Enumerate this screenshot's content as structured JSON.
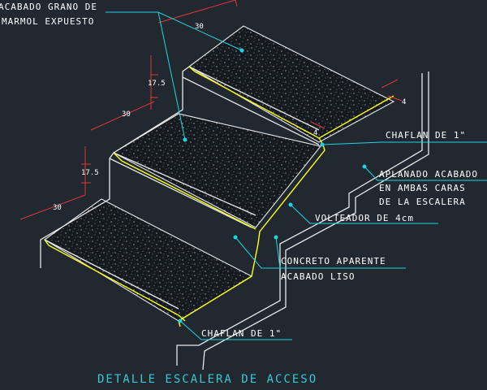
{
  "title": "DETALLE ESCALERA DE ACCESO",
  "labels": {
    "marble_line1": "ACABADO GRANO DE",
    "marble_line2": "MARMOL EXPUESTO",
    "chaflan_top": "CHAFLAN DE 1\"",
    "aplanado_line1": "APLANADO ACABADO",
    "aplanado_line2": "EN AMBAS CARAS",
    "aplanado_line3": "DE LA ESCALERA",
    "volteador": "VOLTEADOR DE 4cm",
    "concreto_line1": "CONCRETO APARENTE",
    "concreto_line2": "ACABADO LISO",
    "chaflan_bottom": "CHAFLAN DE 1\""
  },
  "dimensions": {
    "tread_top": "30",
    "tread_mid": "30",
    "tread_low": "30",
    "riser_top": "17.5",
    "riser_low": "17.5",
    "edge_small": "4"
  },
  "colors": {
    "background": "#212830",
    "edges": "#e9e9e9",
    "nosing": "#ffff1a",
    "leaders": "#1fd4e3",
    "dimension_lines": "#e23636",
    "title": "#36c9d6"
  }
}
